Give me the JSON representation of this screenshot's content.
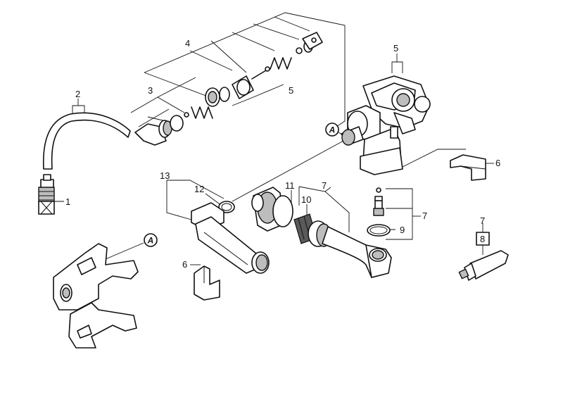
{
  "callouts": {
    "c1": "1",
    "c2": "2",
    "c3": "3",
    "c4": "4",
    "c5a": "5",
    "c5b": "5",
    "c6a": "6",
    "c6b": "6",
    "c7a": "7",
    "c7b": "7",
    "c7c": "7",
    "c8": "8",
    "c9": "9",
    "c10": "10",
    "c11": "11",
    "c12": "12",
    "c13": "13"
  },
  "refs": {
    "a_upper": "A",
    "a_lower": "A"
  }
}
